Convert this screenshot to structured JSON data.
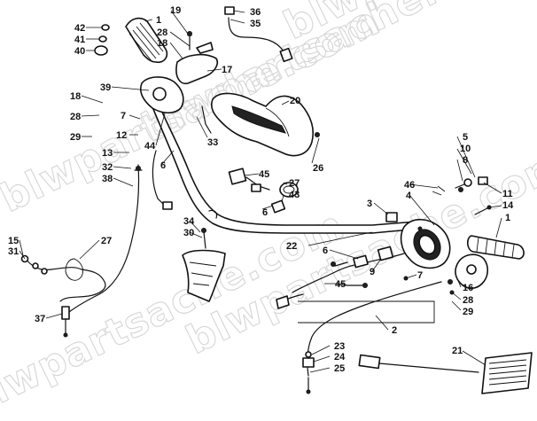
{
  "watermark": "blwpartsache.com",
  "callouts": [
    {
      "id": "c42",
      "text": "42"
    },
    {
      "id": "c1a",
      "text": "1"
    },
    {
      "id": "c19",
      "text": "19"
    },
    {
      "id": "c36",
      "text": "36"
    },
    {
      "id": "c35",
      "text": "35"
    },
    {
      "id": "c41",
      "text": "41"
    },
    {
      "id": "c28a",
      "text": "28"
    },
    {
      "id": "c40",
      "text": "40"
    },
    {
      "id": "c18a",
      "text": "18"
    },
    {
      "id": "c17",
      "text": "17"
    },
    {
      "id": "c39",
      "text": "39"
    },
    {
      "id": "c20",
      "text": "20"
    },
    {
      "id": "c18b",
      "text": "18"
    },
    {
      "id": "c28b",
      "text": "28"
    },
    {
      "id": "c7a",
      "text": "7"
    },
    {
      "id": "c29a",
      "text": "29"
    },
    {
      "id": "c12",
      "text": "12"
    },
    {
      "id": "c44",
      "text": "44"
    },
    {
      "id": "c33",
      "text": "33"
    },
    {
      "id": "c13",
      "text": "13"
    },
    {
      "id": "c6a",
      "text": "6"
    },
    {
      "id": "c26",
      "text": "26"
    },
    {
      "id": "c32",
      "text": "32"
    },
    {
      "id": "c38",
      "text": "38"
    },
    {
      "id": "c45a",
      "text": "45"
    },
    {
      "id": "c27a",
      "text": "27"
    },
    {
      "id": "c43",
      "text": "43"
    },
    {
      "id": "c5",
      "text": "5"
    },
    {
      "id": "c10",
      "text": "10"
    },
    {
      "id": "c8",
      "text": "8"
    },
    {
      "id": "c46",
      "text": "46"
    },
    {
      "id": "c4",
      "text": "4"
    },
    {
      "id": "c11",
      "text": "11"
    },
    {
      "id": "c14",
      "text": "14"
    },
    {
      "id": "c1b",
      "text": "1"
    },
    {
      "id": "c3",
      "text": "3"
    },
    {
      "id": "c6b",
      "text": "6"
    },
    {
      "id": "c34",
      "text": "34"
    },
    {
      "id": "c30",
      "text": "30"
    },
    {
      "id": "c22",
      "text": "22"
    },
    {
      "id": "c15",
      "text": "15"
    },
    {
      "id": "c31",
      "text": "31"
    },
    {
      "id": "c27b",
      "text": "27"
    },
    {
      "id": "c6c",
      "text": "6"
    },
    {
      "id": "c9",
      "text": "9"
    },
    {
      "id": "c45b",
      "text": "45"
    },
    {
      "id": "c7b",
      "text": "7"
    },
    {
      "id": "c16",
      "text": "16"
    },
    {
      "id": "c28c",
      "text": "28"
    },
    {
      "id": "c29b",
      "text": "29"
    },
    {
      "id": "c37",
      "text": "37"
    },
    {
      "id": "c2",
      "text": "2"
    },
    {
      "id": "c23",
      "text": "23"
    },
    {
      "id": "c24",
      "text": "24"
    },
    {
      "id": "c25",
      "text": "25"
    },
    {
      "id": "c21",
      "text": "21"
    }
  ]
}
